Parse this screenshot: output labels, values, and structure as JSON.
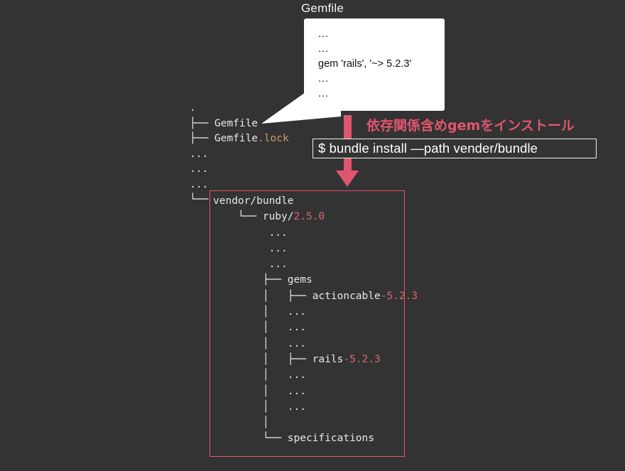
{
  "colors": {
    "background": "#333333",
    "accent_pink": "#e0566f",
    "text_light": "#e8e8e8",
    "ext_orange": "#c8a165",
    "version_salmon": "#d9686b",
    "bubble_white": "#ffffff"
  },
  "callout": {
    "title": "Gemfile",
    "lines": [
      "...",
      "...",
      "gem 'rails', '~> 5.2.3'",
      "...",
      "..."
    ]
  },
  "tree_top": {
    "rows": [
      {
        "prefix": ".",
        "name": "",
        "ext": ""
      },
      {
        "prefix": "├── ",
        "name": "Gemfile",
        "ext": ""
      },
      {
        "prefix": "├── ",
        "name": "Gemfile",
        "ext": ".lock"
      },
      {
        "prefix": "...",
        "name": "",
        "ext": ""
      },
      {
        "prefix": "...",
        "name": "",
        "ext": ""
      },
      {
        "prefix": "...",
        "name": "",
        "ext": ""
      },
      {
        "prefix": "└──",
        "name": "",
        "ext": ""
      }
    ]
  },
  "action": {
    "label_jp": "依存関係含めgemをインストール",
    "command": "$ bundle install —path vender/bundle"
  },
  "vendor_tree": {
    "rows": [
      {
        "prefix": "",
        "name": "vendor/bundle",
        "version": ""
      },
      {
        "prefix": "    └── ",
        "name": "ruby/",
        "version": "2.5.0"
      },
      {
        "prefix": "         ...",
        "name": "",
        "version": ""
      },
      {
        "prefix": "         ...",
        "name": "",
        "version": ""
      },
      {
        "prefix": "         ...",
        "name": "",
        "version": ""
      },
      {
        "prefix": "        ├── ",
        "name": "gems",
        "version": ""
      },
      {
        "prefix": "        │   ├── ",
        "name": "actioncable",
        "version": "-5.2.3"
      },
      {
        "prefix": "        │   ...",
        "name": "",
        "version": ""
      },
      {
        "prefix": "        │   ...",
        "name": "",
        "version": ""
      },
      {
        "prefix": "        │   ...",
        "name": "",
        "version": ""
      },
      {
        "prefix": "        │   ├── ",
        "name": "rails",
        "version": "-5.2.3"
      },
      {
        "prefix": "        │   ...",
        "name": "",
        "version": ""
      },
      {
        "prefix": "        │   ...",
        "name": "",
        "version": ""
      },
      {
        "prefix": "        │   ...",
        "name": "",
        "version": ""
      },
      {
        "prefix": "        │",
        "name": "",
        "version": ""
      },
      {
        "prefix": "        └── ",
        "name": "specifications",
        "version": ""
      }
    ]
  }
}
